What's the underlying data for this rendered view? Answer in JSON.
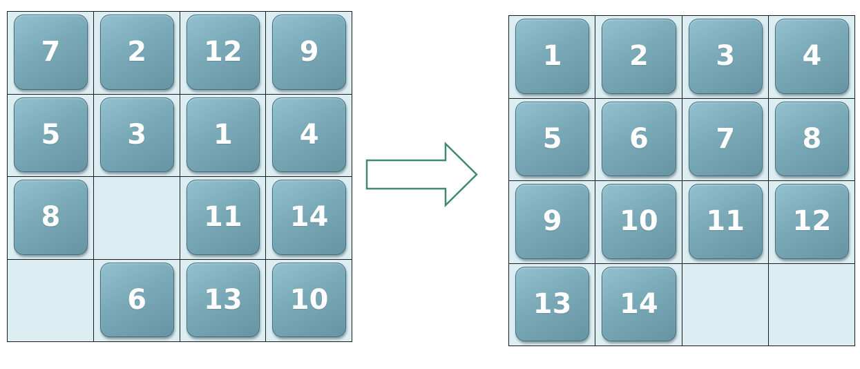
{
  "boards": [
    {
      "id": "start",
      "cells": [
        "7",
        "2",
        "12",
        "9",
        "5",
        "3",
        "1",
        "4",
        "8",
        "",
        "11",
        "14",
        "",
        "6",
        "13",
        "10"
      ]
    },
    {
      "id": "solved",
      "cells": [
        "1",
        "2",
        "3",
        "4",
        "5",
        "6",
        "7",
        "8",
        "9",
        "10",
        "11",
        "12",
        "13",
        "14",
        "",
        ""
      ]
    }
  ],
  "icons": {
    "arrow": "right-arrow-icon"
  },
  "colors": {
    "tile": "#7aa9b7",
    "cell_background": "#ddeef2",
    "arrow": "#3f8a6a",
    "grid_line": "#1b1b1b"
  }
}
